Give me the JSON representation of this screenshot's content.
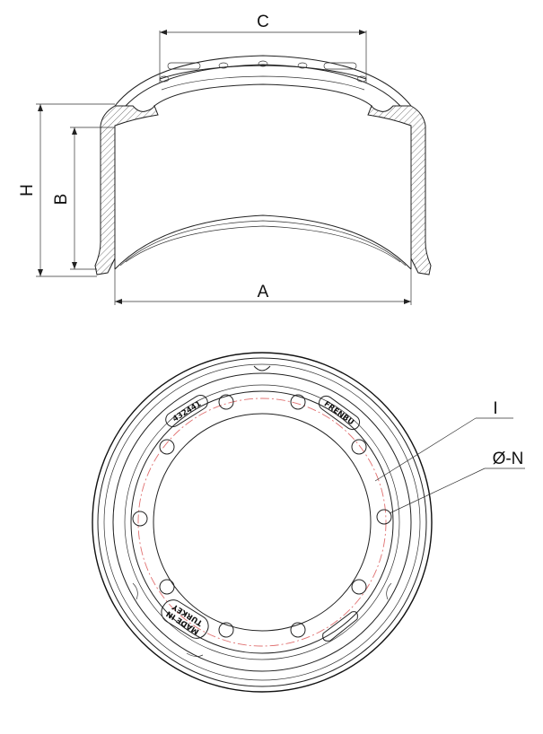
{
  "side_view": {
    "dim_c": "C",
    "dim_h": "H",
    "dim_b": "B",
    "dim_a": "A"
  },
  "front_view": {
    "callout_i": "I",
    "callout_n": "Ø-N",
    "stamp_part_number": "432441",
    "stamp_brand": "FRENBU",
    "stamp_origin_line1": "MADE IN",
    "stamp_origin_line2": "TURKEY"
  },
  "colors": {
    "line": "#222222",
    "bolt_circle": "#e07070",
    "hatch": "#555555"
  }
}
